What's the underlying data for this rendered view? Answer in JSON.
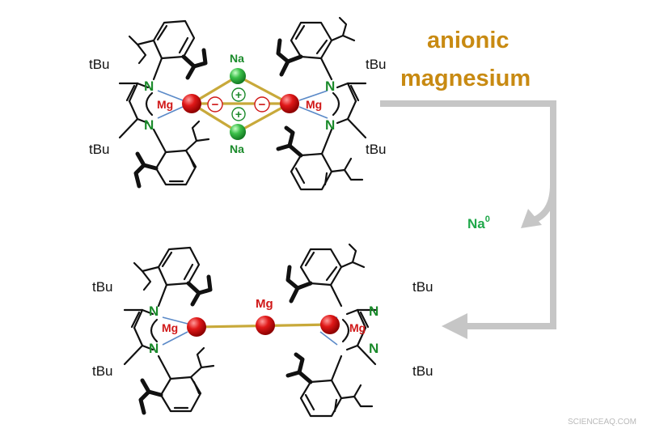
{
  "annotation": {
    "title_line1": "anionic",
    "title_line2": "magnesium",
    "reagent_base": "Na",
    "reagent_superscript": "0"
  },
  "atoms": {
    "nitrogen": "N",
    "magnesium": "Mg",
    "sodium": "Na",
    "tert_butyl": "tBu",
    "minus_sign": "−",
    "plus_sign": "+"
  },
  "watermark": "SCIENCEAQ.COM",
  "colors": {
    "magnesium": "#e01818",
    "sodium": "#3cc04a",
    "nitrogen": "#1a8a2a",
    "title": "#c88a12",
    "arrow": "#c6c6c6"
  }
}
